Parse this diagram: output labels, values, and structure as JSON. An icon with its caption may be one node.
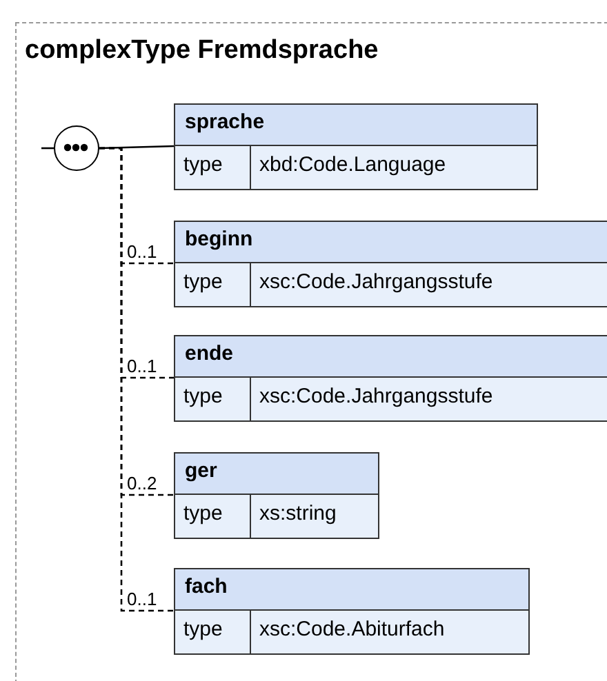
{
  "diagram": {
    "nodes": [
      {
        "text": [
          "complexType Fremdsprache"
        ]
      },
      {
        "text": [],
        "shape": "circle",
        "in": 0
      },
      {
        "text": [
          "sprache",
          "type",
          "xbd:Code.Language"
        ],
        "in": 0
      },
      {
        "text": [
          "beginn",
          "type",
          "xsc:Code.Jahrgangsstufe"
        ],
        "in": 0
      },
      {
        "text": [
          "ende",
          "type",
          "xsc:Code.Jahrgangsstufe"
        ],
        "in": 0
      },
      {
        "text": [
          "ger",
          "type",
          "xs:string"
        ],
        "in": 0
      },
      {
        "text": [
          "fach",
          "type",
          "xsc:Code.Abiturfach"
        ],
        "in": 0
      }
    ],
    "edges": [
      {
        "from": null,
        "to": 1,
        "arrow": "none"
      },
      {
        "from": 1,
        "to": 2,
        "arrow": "none"
      },
      {
        "from": 1,
        "to": 3,
        "arrow": "none",
        "label": "0..1",
        "style": "dashed"
      },
      {
        "from": 1,
        "to": 4,
        "arrow": "none",
        "label": "0..1",
        "style": "dashed"
      },
      {
        "from": 1,
        "to": 5,
        "arrow": "none",
        "label": "0..2",
        "style": "dashed"
      },
      {
        "from": 1,
        "to": 6,
        "arrow": "none",
        "label": "0..1",
        "style": "dashed"
      }
    ]
  }
}
